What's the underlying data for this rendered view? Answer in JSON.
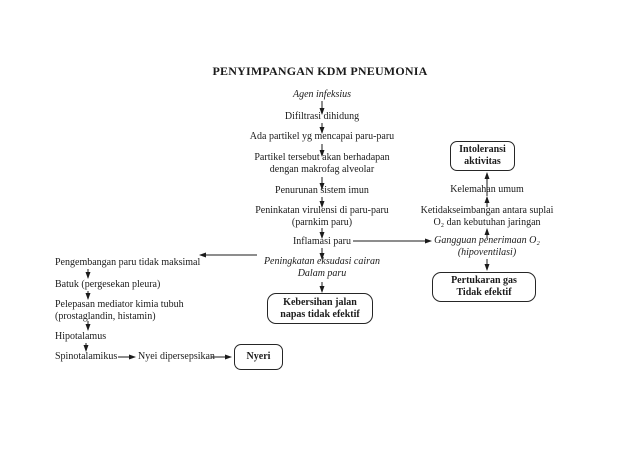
{
  "title": "PENYIMPANGAN KDM PNEUMONIA",
  "colors": {
    "background": "#ffffff",
    "text": "#1b1b1b",
    "line": "#1b1b1b",
    "box_border": "#262626"
  },
  "center_flow": {
    "agen_infeksius": "Agen infeksius",
    "difiltrasi_dihidung": "Difiltrasi dihidung",
    "ada_partikel": "Ada partikel yg mencapai paru-paru",
    "partikel_berhadapan": "Partikel tersebut akan berhadapan\ndengan makrofag alveolar",
    "penurunan_sistem_imun": "Penurunan sistem imun",
    "peninkatan_virulensi": "Peninkatan virulensi di paru-paru\n(parnkim paru)",
    "inflamasi_paru": "Inflamasi paru",
    "peningkatan_eksudasi": "Peningkatan eksudasi cairan\nDalam paru",
    "kebersihan_box": "Kebersihan jalan\nnapas tidak efektif"
  },
  "left_flow": {
    "pengembangan_paru": "Pengembangan paru tidak maksimal",
    "batuk": "Batuk (pergesekan pleura)",
    "pelepasan_mediator": "Pelepasan mediator kimia tubuh\n(prostaglandin, histamin)",
    "hipotalamus": "Hipotalamus",
    "spinotalamikus": "Spinotalamikus",
    "nyei_dipersepsikan": "Nyei dipersepsikan",
    "nyeri_box": "Nyeri"
  },
  "right_flow": {
    "intoleransi_box": "Intoleransi\naktivitas",
    "kelemahan_umum": "Kelemahan umum",
    "ketidakseimbangan": "Ketidakseimbangan antara suplai\nO₂ dan kebutuhan jaringan",
    "gangguan_penerimaan": "Gangguan penerimaan O₂\n(hipoventilasi)",
    "pertukaran_box": "Pertukaran gas\nTidak efektif"
  }
}
